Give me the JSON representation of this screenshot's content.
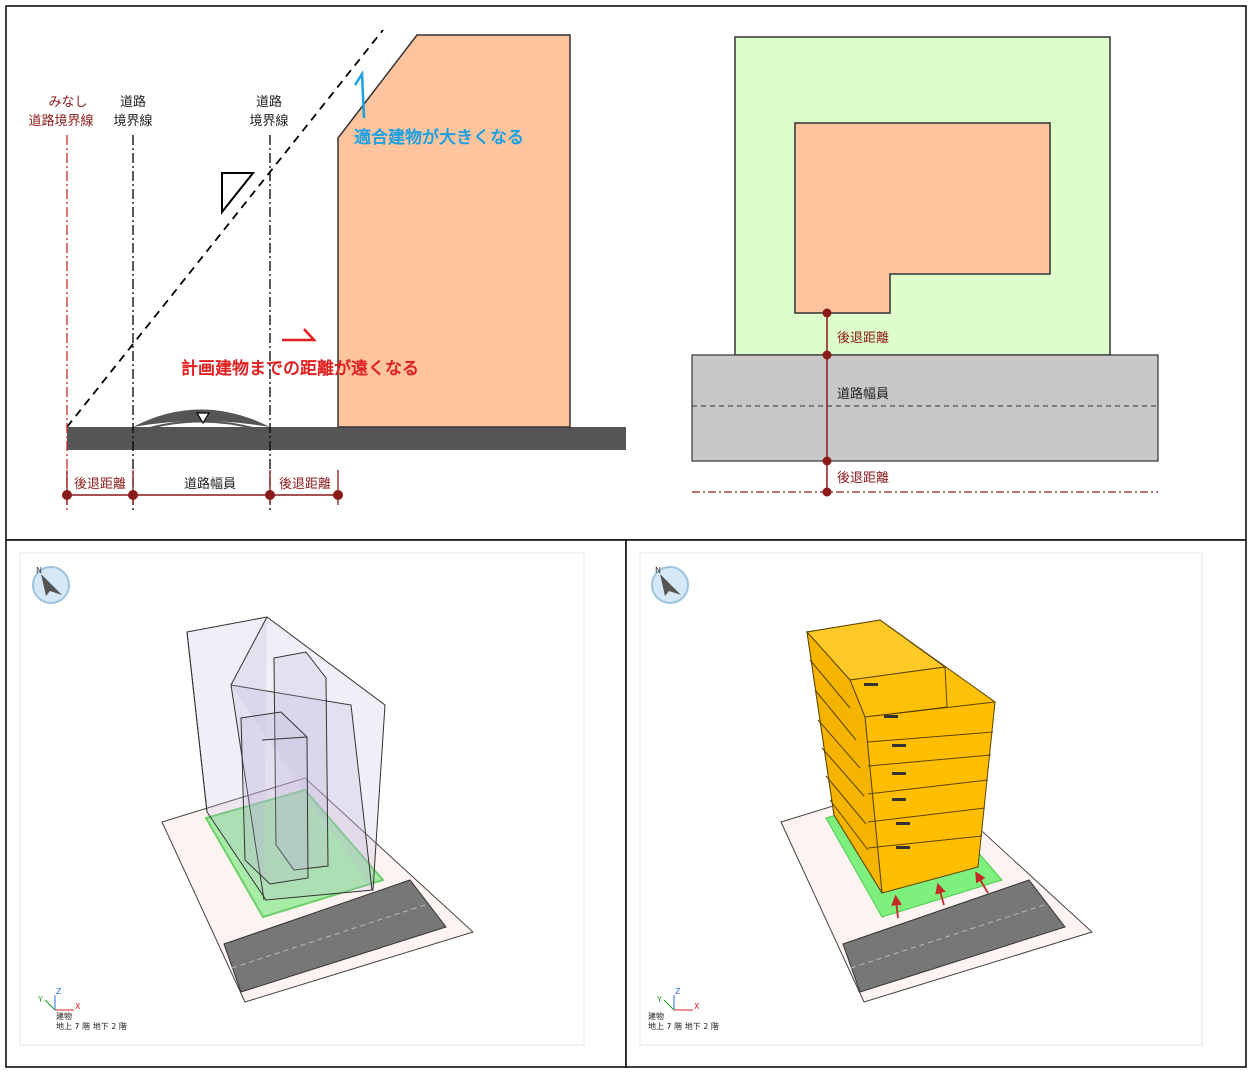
{
  "section_diagram": {
    "label_deemed_boundary_line1": "みなし",
    "label_deemed_boundary_line2": "道路境界線",
    "label_road_boundary_left_line1": "道路",
    "label_road_boundary_left_line2": "境界線",
    "label_road_boundary_right_line1": "道路",
    "label_road_boundary_right_line2": "境界線",
    "annotation_building_larger": "適合建物が大きくなる",
    "annotation_distance_farther": "計画建物までの距離が遠くなる",
    "dim_setback_left": "後退距離",
    "dim_road_width": "道路幅員",
    "dim_setback_right": "後退距離"
  },
  "plan_diagram": {
    "label_setback_top": "後退距離",
    "label_road_width": "道路幅員",
    "label_setback_bottom": "後退距離"
  },
  "view_left": {
    "axis_x": "X",
    "axis_y": "Y",
    "axis_z": "Z",
    "info_title": "建物",
    "info_floors": "地上 7 階  地下 2 階"
  },
  "view_right": {
    "axis_x": "X",
    "axis_y": "Y",
    "axis_z": "Z",
    "info_title": "建物",
    "info_floors": "地上 7 階  地下 2 階"
  },
  "colors": {
    "building_fill": "#fdc49e",
    "site_fill": "#ddfdcc",
    "road_fill": "#c8c8c8",
    "dim_line": "#8b1a1a",
    "annotation_blue": "#1ba1e2",
    "annotation_red": "#e02020",
    "volume_yellow": "#ffc107",
    "site_green": "#7ee87e"
  }
}
